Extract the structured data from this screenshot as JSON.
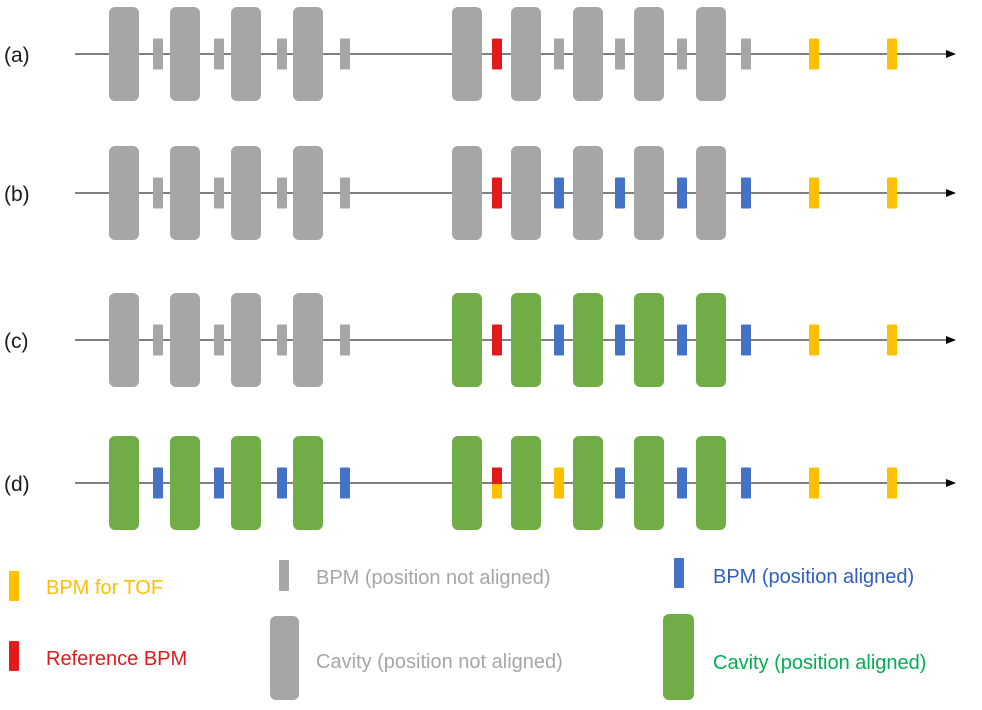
{
  "colors": {
    "cavity_not_aligned": "#a6a6a6",
    "cavity_aligned": "#70ad47",
    "bpm_not_aligned": "#a6a6a6",
    "bpm_aligned": "#4472c4",
    "bpm_tof": "#ffc000",
    "bpm_reference": "#e31a1c",
    "beamline": "#000000",
    "legend_tof_text": "#ffc000",
    "legend_reference_text": "#e31a1c",
    "legend_not_aligned_text": "#a6a6a6",
    "legend_bpm_aligned_text": "#2f5fbf",
    "legend_cavity_aligned_text": "#00b050"
  },
  "rows": [
    {
      "label": "(a)",
      "section1_cavities": "not_aligned",
      "section1_bpms": "not_aligned",
      "section2_cavities": "not_aligned",
      "section2_bpms": "not_aligned",
      "reference_bpm": "reference"
    },
    {
      "label": "(b)",
      "section1_cavities": "not_aligned",
      "section1_bpms": "not_aligned",
      "section2_cavities": "not_aligned",
      "section2_bpms": "aligned",
      "reference_bpm": "reference"
    },
    {
      "label": "(c)",
      "section1_cavities": "not_aligned",
      "section1_bpms": "not_aligned",
      "section2_cavities": "aligned",
      "section2_bpms": "aligned",
      "reference_bpm": "reference"
    },
    {
      "label": "(d)",
      "section1_cavities": "aligned",
      "section1_bpms": "aligned",
      "section2_cavities": "aligned",
      "section2_bpms": "aligned_tof_first",
      "reference_bpm": "reference_and_tof"
    }
  ],
  "legend": {
    "bpm_tof": "BPM for TOF",
    "reference_bpm": "Reference BPM",
    "bpm_not_aligned": "BPM (position not aligned)",
    "cavity_not_aligned": "Cavity (position not aligned)",
    "bpm_aligned": "BPM (position aligned)",
    "cavity_aligned": "Cavity (position aligned)"
  }
}
